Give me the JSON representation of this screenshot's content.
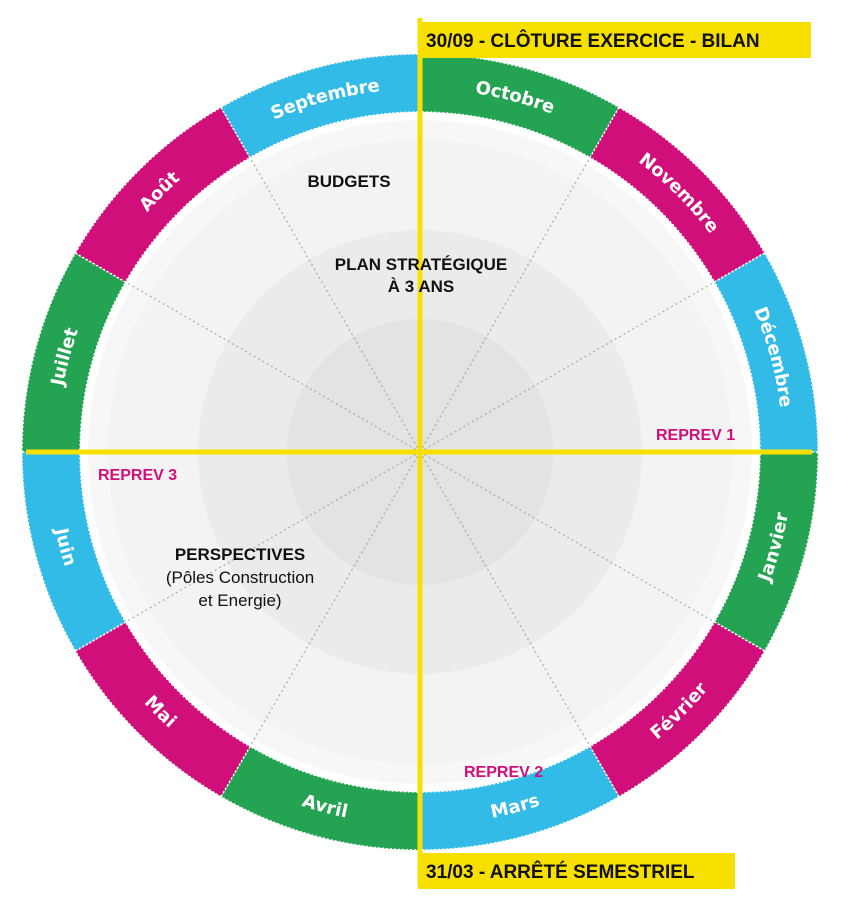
{
  "colors": {
    "green": "#24a452",
    "magenta": "#d10f7a",
    "cyan": "#33bbe8",
    "yellow": "#f7e000",
    "reprev": "#d10f7a",
    "ring_inner": "#e3e3e3",
    "ring_middle": "#ebebeb",
    "ring_outer": "#f3f3f3",
    "ring_base": "#f7f7f7"
  },
  "months": [
    {
      "name": "Octobre",
      "color": "green"
    },
    {
      "name": "Novembre",
      "color": "magenta"
    },
    {
      "name": "Décembre",
      "color": "cyan"
    },
    {
      "name": "Janvier",
      "color": "green"
    },
    {
      "name": "Février",
      "color": "magenta"
    },
    {
      "name": "Mars",
      "color": "cyan"
    },
    {
      "name": "Avril",
      "color": "green"
    },
    {
      "name": "Mai",
      "color": "magenta"
    },
    {
      "name": "Juin",
      "color": "cyan"
    },
    {
      "name": "Juillet",
      "color": "green"
    },
    {
      "name": "Août",
      "color": "magenta"
    },
    {
      "name": "Septembre",
      "color": "cyan"
    }
  ],
  "banners": {
    "top": "30/09 - CLÔTURE EXERCICE - BILAN",
    "bottom": "31/03 - ARRÊTÉ SEMESTRIEL"
  },
  "labels": {
    "budgets": "BUDGETS",
    "plan_line1": "PLAN STRATÉGIQUE",
    "plan_line2": "À 3 ANS",
    "perspectives_line1": "PERSPECTIVES",
    "perspectives_line2": "(Pôles Construction",
    "perspectives_line3": "et Energie)"
  },
  "reprev": {
    "r1": "REPREV 1",
    "r2": "REPREV 2",
    "r3": "REPREV 3"
  }
}
